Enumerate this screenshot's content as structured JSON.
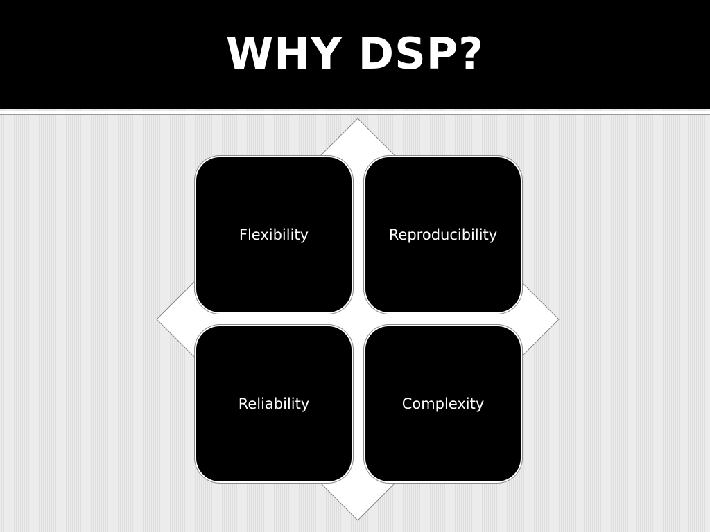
{
  "slide": {
    "title": "WHY DSP?"
  },
  "diagram": {
    "items": [
      {
        "label": "Flexibility"
      },
      {
        "label": "Reproducibility"
      },
      {
        "label": "Reliability"
      },
      {
        "label": "Complexity"
      }
    ]
  },
  "colors": {
    "title_bar": "#000000",
    "title_text": "#ffffff",
    "tile_fill": "#000000",
    "tile_text": "#ffffff",
    "diamond_fill": "#ffffff",
    "background": "#e9e9e9"
  }
}
